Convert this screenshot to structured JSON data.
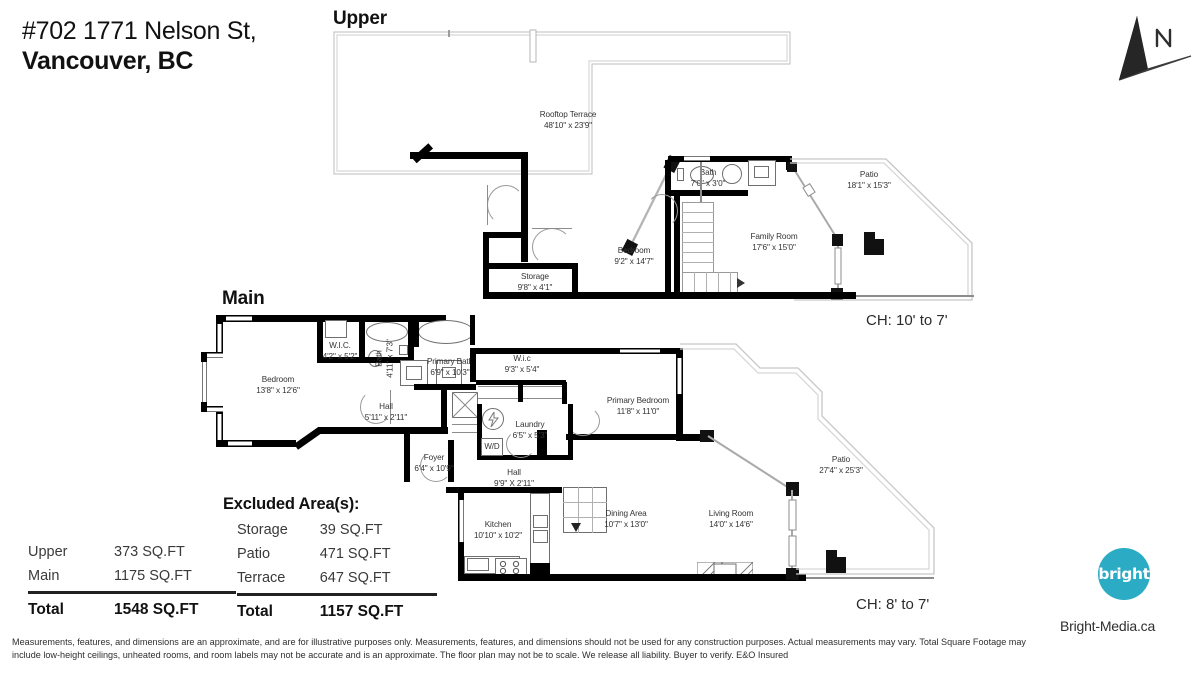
{
  "header": {
    "address_line1": "#702 1771 Nelson St,",
    "address_line2": "Vancouver, BC"
  },
  "floors": [
    {
      "key": "upper",
      "label": "Upper",
      "ceiling_note": "CH: 10' to 7'"
    },
    {
      "key": "main",
      "label": "Main",
      "ceiling_note": "CH: 8' to 7'"
    }
  ],
  "upper_rooms": [
    {
      "name": "Rooftop Terrace",
      "dims": "48'10\" x 23'9\""
    },
    {
      "name": "Bath",
      "dims": "7'0\" x 3'0\""
    },
    {
      "name": "Patio",
      "dims": "18'1\" x 15'3\""
    },
    {
      "name": "Family Room",
      "dims": "17'6\" x 15'0\""
    },
    {
      "name": "Bedroom",
      "dims": "9'2\" x 14'7\""
    },
    {
      "name": "Storage",
      "dims": "9'8\" x 4'1\""
    }
  ],
  "main_rooms": [
    {
      "name": "Bedroom",
      "dims": "13'8\" x 12'6\""
    },
    {
      "name": "W.I.C.",
      "dims": "4'2\" x 5'2\""
    },
    {
      "name": "Bath",
      "dims": "4'11\" x 7'3\""
    },
    {
      "name": "Primary Bath",
      "dims": "6'9\" x 10'3\""
    },
    {
      "name": "W.i.c",
      "dims": "9'3\" x 5'4\""
    },
    {
      "name": "Primary Bedroom",
      "dims": "11'8\" x 11'0\""
    },
    {
      "name": "Hall",
      "dims": "5'11\" x 2'11\""
    },
    {
      "name": "Laundry",
      "dims": "6'5\" x 5'3\""
    },
    {
      "name": "Foyer",
      "dims": "6'4\" x 10'9\""
    },
    {
      "name": "Hall",
      "dims": "9'9\" X 2'11\""
    },
    {
      "name": "Kitchen",
      "dims": "10'10\" x 10'2\""
    },
    {
      "name": "Dining Area",
      "dims": "10'7\" x 13'0\""
    },
    {
      "name": "Living Room",
      "dims": "14'0\" x 14'6\""
    },
    {
      "name": "Patio",
      "dims": "27'4\" x 25'3\""
    }
  ],
  "appliance_labels": {
    "washer_dryer": "W/D"
  },
  "area_table": {
    "rows": [
      {
        "label": "Upper",
        "value": "373 SQ.FT"
      },
      {
        "label": "Main",
        "value": "1175 SQ.FT"
      }
    ],
    "total_label": "Total",
    "total_value": "1548 SQ.FT"
  },
  "excluded_table": {
    "title": "Excluded Area(s):",
    "rows": [
      {
        "label": "Storage",
        "value": "39 SQ.FT"
      },
      {
        "label": "Patio",
        "value": "471 SQ.FT"
      },
      {
        "label": "Terrace",
        "value": "647 SQ.FT"
      }
    ],
    "total_label": "Total",
    "total_value": "1157 SQ.FT"
  },
  "disclaimer": "Measurements, features, and dimensions are an approximate, and are for illustrative purposes only. Measurements, features, and dimensions should not be used for any construction purposes. Actual measurements may vary. Total Square Footage may include low-height ceilings, unheated rooms, and room labels may not be accurate and is an approximate. The floor plan may not be to scale. We release all liability. Buyer to verify. E&O Insured",
  "branding": {
    "logo_text": "bright",
    "caption": "Bright-Media.ca",
    "accent_color": "#2bacc4"
  },
  "compass": {
    "north_letter": "N"
  }
}
